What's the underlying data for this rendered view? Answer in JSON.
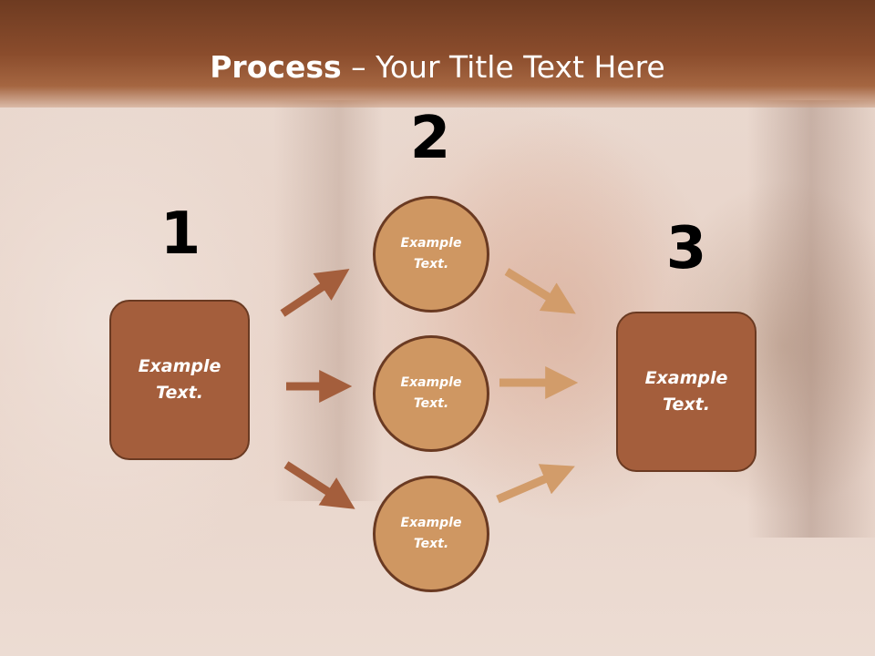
{
  "slide": {
    "title_bold": "Process",
    "title_rest": " – Your Title Text Here"
  },
  "steps": {
    "one": "1",
    "two": "2",
    "three": "3"
  },
  "left_box": {
    "text": "Example Text."
  },
  "circles": [
    {
      "text": "Example Text."
    },
    {
      "text": "Example Text."
    },
    {
      "text": "Example Text."
    }
  ],
  "right_box": {
    "text": "Example Text."
  },
  "colors": {
    "banner": "#8a4c2c",
    "box_fill": "#a45e3c",
    "circle_fill": "#cf9762",
    "outline": "#6a3a22",
    "arrow_dark": "#a45e3c",
    "arrow_light": "#d29c6a"
  }
}
